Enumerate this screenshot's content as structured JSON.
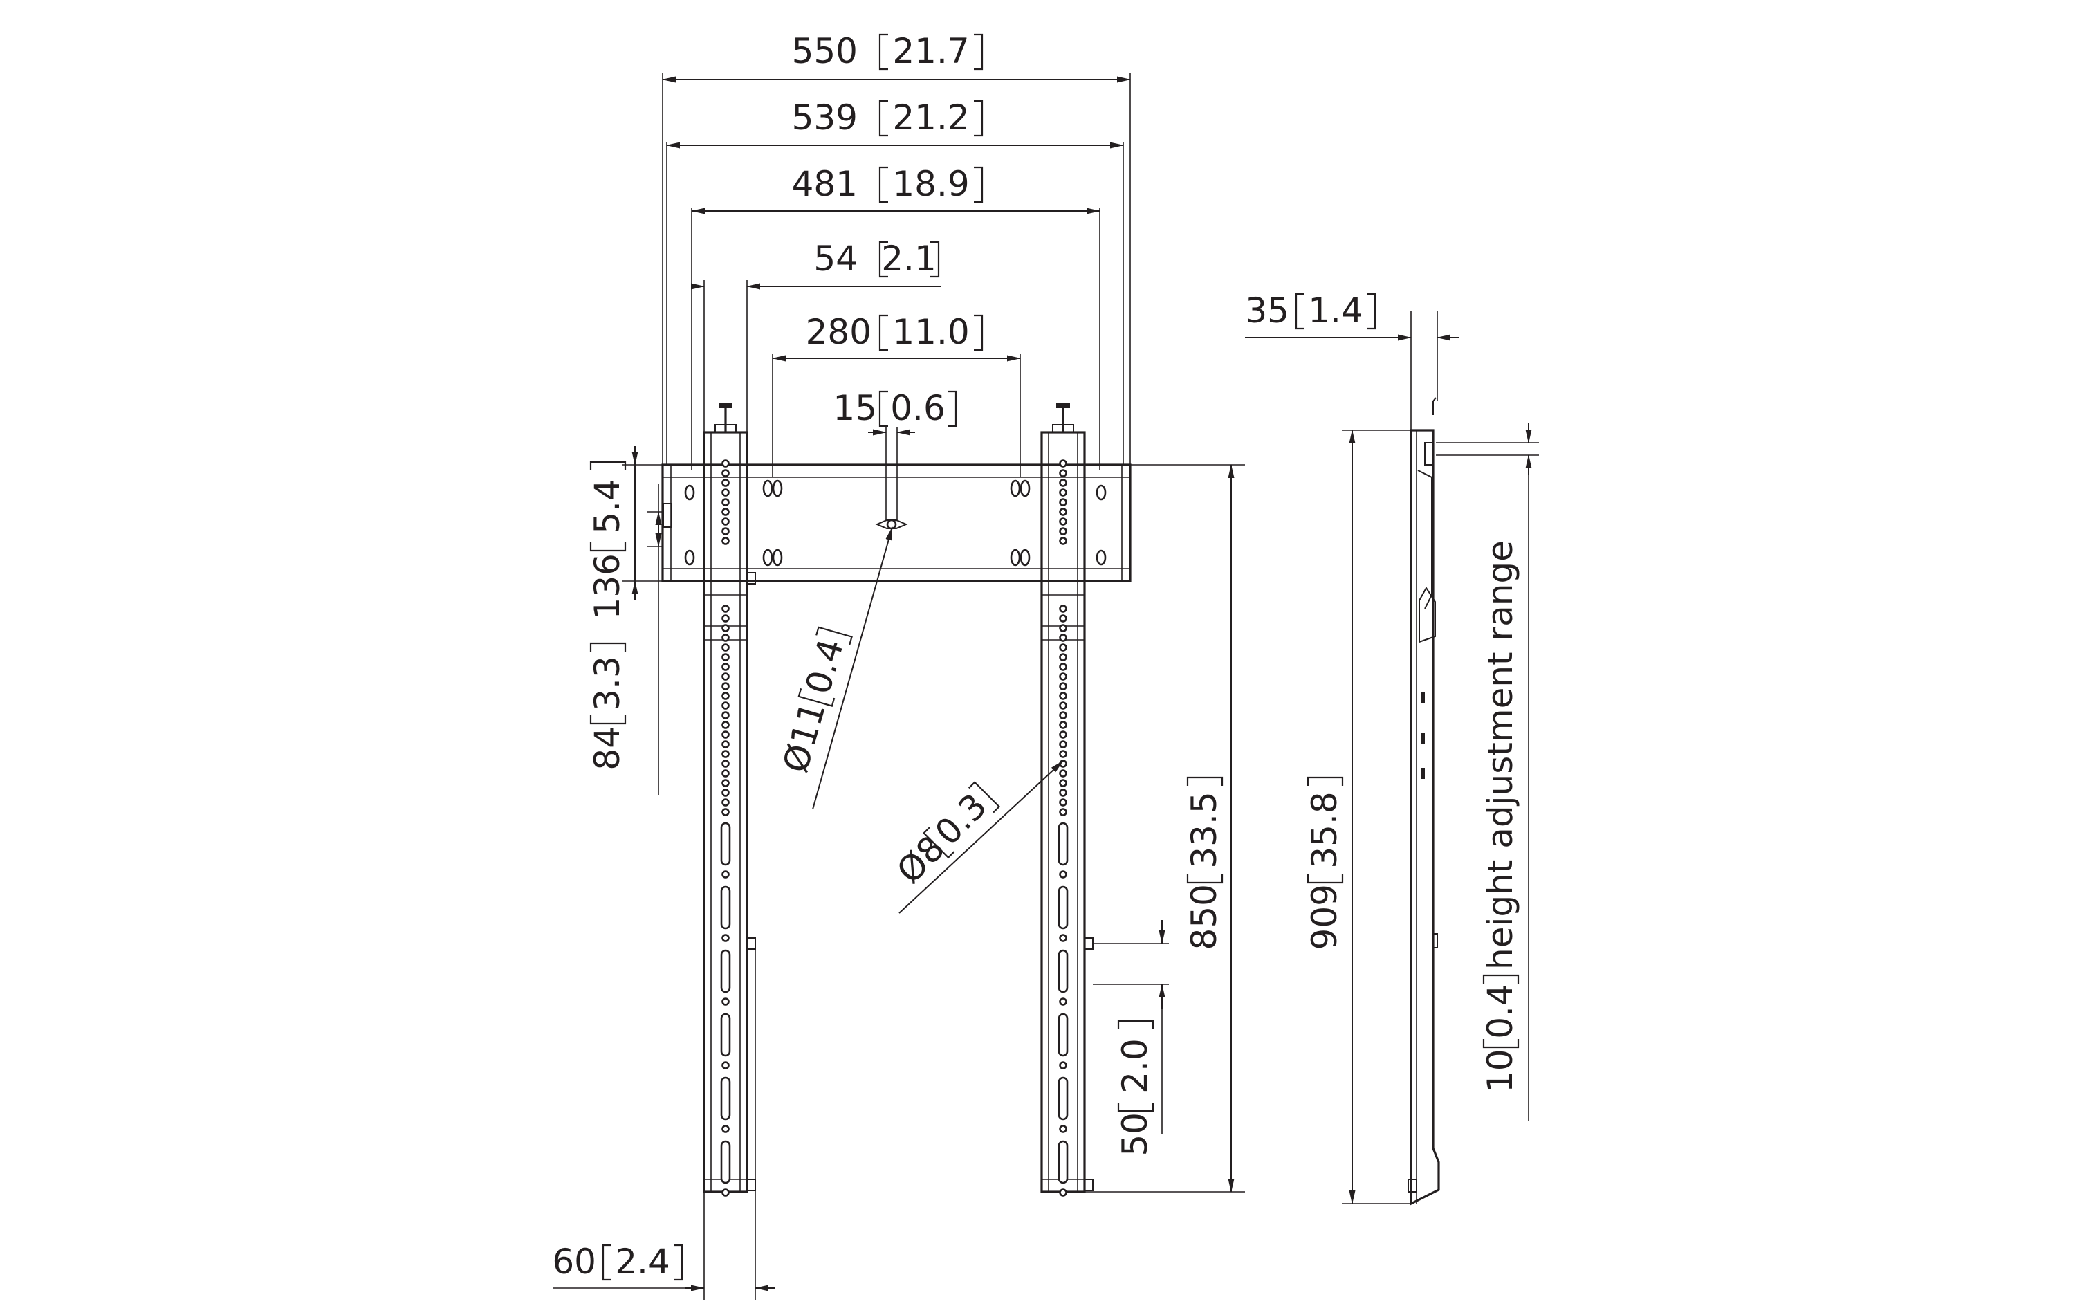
{
  "dimensions": {
    "d550": {
      "mm": "550",
      "in": "21.7"
    },
    "d539": {
      "mm": "539",
      "in": "21.2"
    },
    "d481": {
      "mm": "481",
      "in": "18.9"
    },
    "d54": {
      "mm": "54",
      "in": "2.1"
    },
    "d280": {
      "mm": "280",
      "in": "11.0"
    },
    "d15": {
      "mm": "15",
      "in": "0.6"
    },
    "d136": {
      "mm": "136",
      "in": "5.4"
    },
    "d84": {
      "mm": "84",
      "in": "3.3"
    },
    "d11": {
      "mm": "11",
      "in": "0.4",
      "prefix": "Ø"
    },
    "d8": {
      "mm": "8",
      "in": "0.3",
      "prefix": "Ø"
    },
    "d850": {
      "mm": "850",
      "in": "33.5"
    },
    "d50": {
      "mm": "50",
      "in": "2.0"
    },
    "d60": {
      "mm": "60",
      "in": "2.4"
    },
    "d35": {
      "mm": "35",
      "in": "1.4"
    },
    "d909": {
      "mm": "909",
      "in": "35.8"
    },
    "d10": {
      "mm": "10",
      "in": "0.4",
      "suffix": "height adjustment range"
    }
  },
  "colors": {
    "line": "#231f20",
    "background": "#ffffff"
  }
}
